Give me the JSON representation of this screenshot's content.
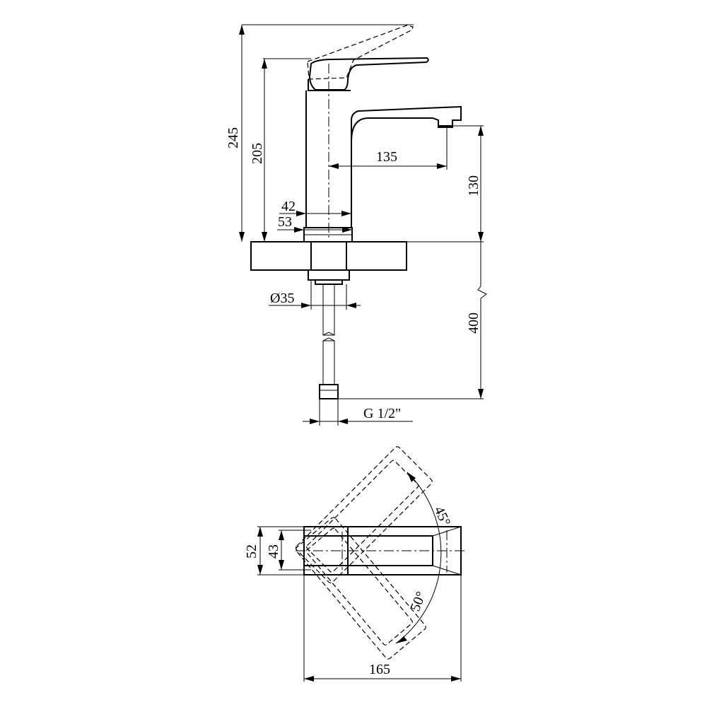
{
  "dimensions": {
    "total_height": "245",
    "lever_height": "205",
    "spout_reach": "135",
    "spout_clearance": "130",
    "body_width": "42",
    "base_width": "53",
    "shank_diameter": "Ø35",
    "hose_length": "400",
    "thread": "G 1/2\"",
    "top_overall_width": "52",
    "top_body_width": "43",
    "top_length": "165",
    "angle_top": "45°",
    "angle_bottom": "50°"
  },
  "colors": {
    "line": "#000000",
    "background": "#ffffff"
  }
}
